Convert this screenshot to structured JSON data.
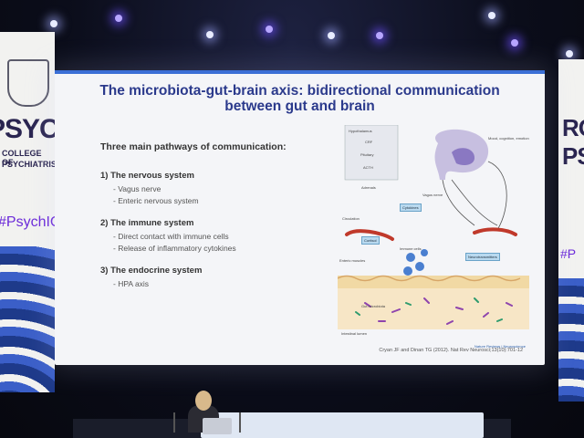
{
  "slide": {
    "title_line1": "The microbiota-gut-brain axis: bidirectional communication",
    "title_line2": "between gut and brain",
    "lead": "Three main pathways of communication:",
    "sections": [
      {
        "heading": "1) The nervous system",
        "items": [
          "Vagus nerve",
          "Enteric nervous system"
        ]
      },
      {
        "heading": "2) The immune system",
        "items": [
          "Direct contact with immune cells",
          "Release of inflammatory cytokines"
        ]
      },
      {
        "heading": "3) The endocrine system",
        "items": [
          "HPA axis"
        ]
      }
    ],
    "figure_labels": {
      "hypothalamus": "Hypothalamus",
      "crf": "CRF",
      "pituitary": "Pituitary",
      "acth": "ACTH",
      "adrenals": "Adrenals",
      "circulation": "Circulation",
      "cortisol": "Cortisol",
      "cytokines": "Cytokines",
      "immune_cells": "Immune cells",
      "vagus_nerve": "Vagus nerve",
      "enteric_muscles": "Enteric muscles",
      "gut_microbiota": "Gut microbiota",
      "intestinal_lumen": "Intestinal lumen",
      "mood": "Mood, cognition, emotion",
      "neurotransmitters": "Neurotransmitters",
      "journal": "Nature Reviews | Neuroscience"
    },
    "citation": "Cryan JF and Dinan TG (2012). Nat Rev Neurosci;13(10):701-12"
  },
  "banners": {
    "left_big": "PSYCH",
    "left_small1": "COLLEGE OF",
    "left_small2": "PSYCHIATRISTS",
    "left_tag": "#PsychIC",
    "right_big": "RO PSY",
    "right_tag": "#P"
  }
}
